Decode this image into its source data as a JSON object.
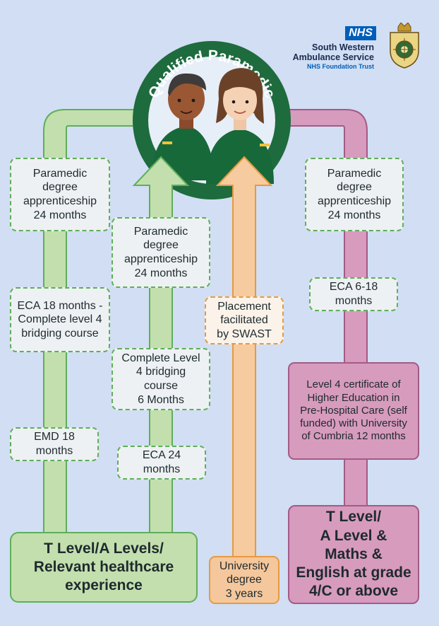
{
  "header": {
    "nhs_logo": "NHS",
    "org_line1": "South Western",
    "org_line2": "Ambulance Service",
    "trust": "NHS Foundation Trust"
  },
  "goal": {
    "label": "Qualified Paramedic"
  },
  "colors": {
    "green_path": "#c3dfae",
    "orange_path": "#f6cb9f",
    "pink_path": "#d79bbd",
    "roundel": "#1e6b3e",
    "background": "#d1def3"
  },
  "pathways": {
    "left": {
      "start": "T Level/A Levels/\nRelevant healthcare\nexperience",
      "step1": "EMD 18\nmonths",
      "step2": "ECA 18 months -\nComplete level 4\nbridging course",
      "step3": "Paramedic\ndegree\napprenticeship\n24 months"
    },
    "middle": {
      "step1": "ECA 24\nmonths",
      "step2": "Complete Level\n4  bridging\ncourse\n6 Months",
      "step3": "Paramedic\ndegree\napprenticeship\n24 months"
    },
    "university": {
      "start": "University\ndegree\n3 years",
      "step1": "Placement\nfacilitated\nby SWAST"
    },
    "right": {
      "start": "T Level/\nA Level &\nMaths &\nEnglish at grade\n4/C or above",
      "step1": "Level 4 certificate of\nHigher Education in\nPre-Hospital Care (self\nfunded) with University\nof Cumbria 12 months",
      "step2": "ECA 6-18\nmonths",
      "step3": "Paramedic\ndegree\napprenticeship\n24 months"
    }
  }
}
